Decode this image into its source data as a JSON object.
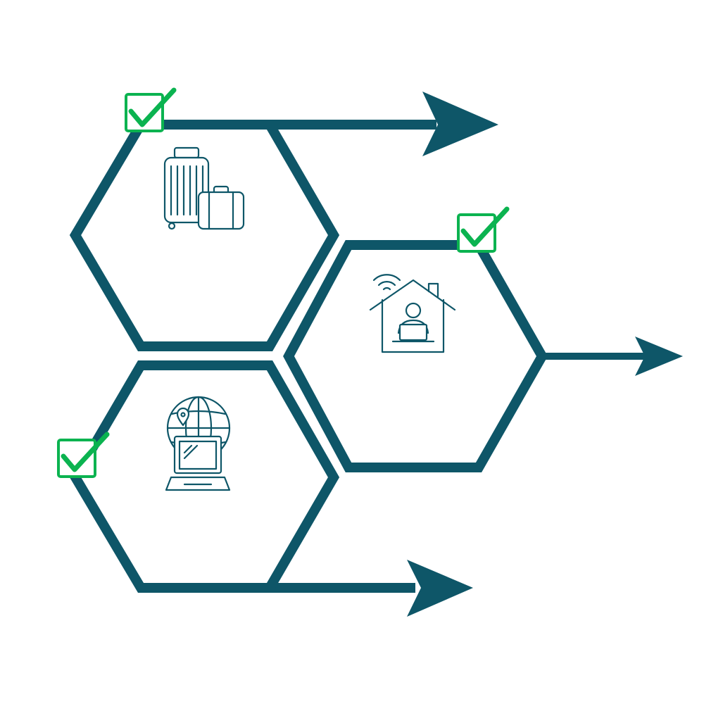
{
  "colors": {
    "primary": "#0e5668",
    "check": "#0bb350",
    "background": "#ffffff"
  },
  "nodes": [
    {
      "id": "travel",
      "icon": "luggage-icon",
      "checked": true
    },
    {
      "id": "remote-work",
      "icon": "home-office-icon",
      "checked": true
    },
    {
      "id": "global-online",
      "icon": "globe-laptop-icon",
      "checked": true
    }
  ],
  "arrows": [
    "arrow-right-icon",
    "arrow-right-icon",
    "arrow-right-icon"
  ]
}
